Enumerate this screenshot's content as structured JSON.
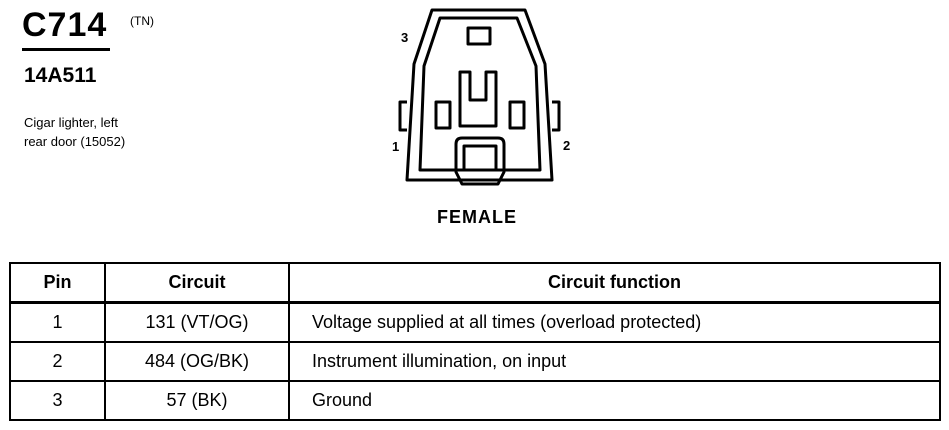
{
  "header": {
    "connector_id": "C714",
    "connector_suffix": "(TN)",
    "part_number": "14A511",
    "description_lines": [
      "Cigar lighter, left",
      "rear door (15052)"
    ]
  },
  "connector": {
    "pin_labels": [
      "3",
      "1",
      "2"
    ],
    "gender": "FEMALE"
  },
  "table": {
    "headers": [
      "Pin",
      "Circuit",
      "Circuit function"
    ],
    "rows": [
      [
        "1",
        "131 (VT/OG)",
        "Voltage supplied at all times (overload protected)"
      ],
      [
        "2",
        "484 (OG/BK)",
        "Instrument illumination, on input"
      ],
      [
        "3",
        "57 (BK)",
        "Ground"
      ]
    ]
  }
}
